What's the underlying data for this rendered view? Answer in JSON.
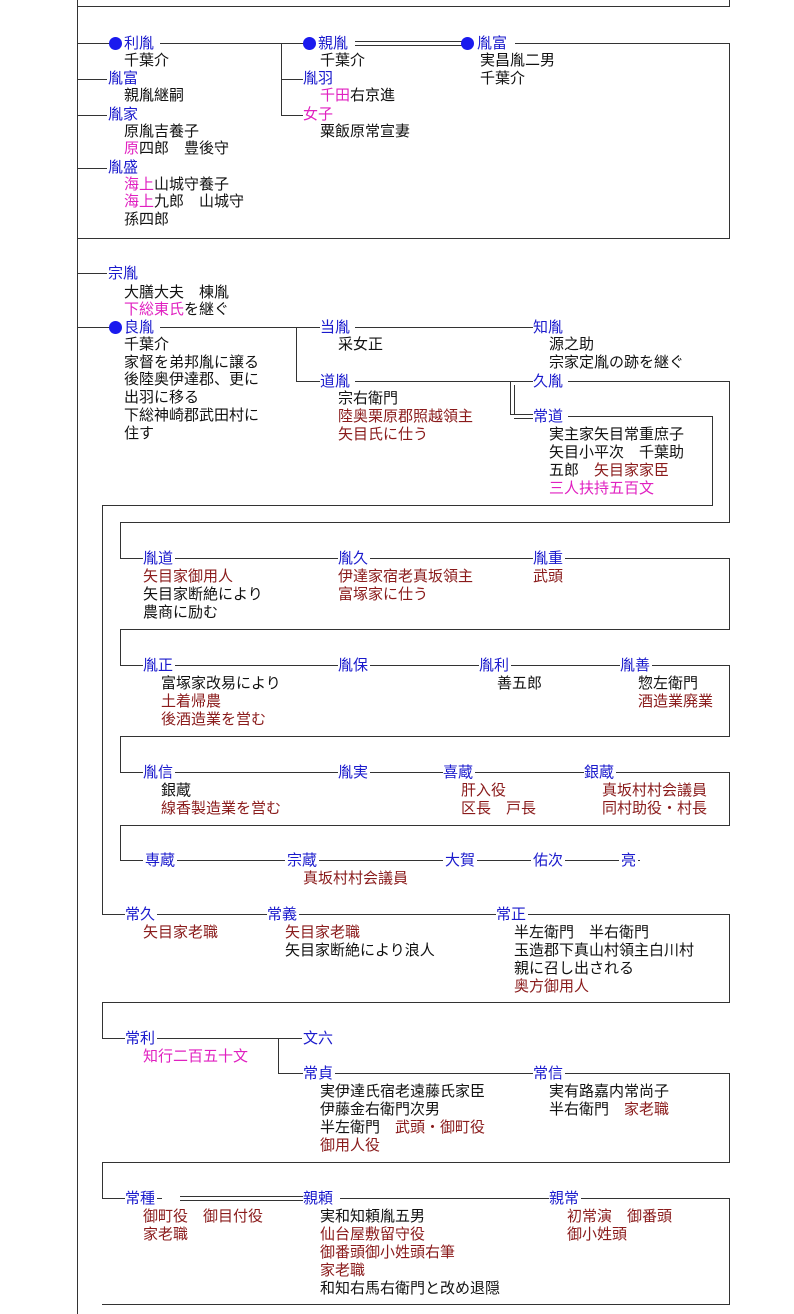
{
  "genealogy": {
    "toshitane": {
      "name": "利胤",
      "lines": [
        "千葉介"
      ]
    },
    "tanetomi1": {
      "name": "胤富",
      "lines": [
        "親胤継嗣"
      ]
    },
    "taneie": {
      "name": "胤家",
      "lines": [
        "原胤吉養子"
      ],
      "line2_red": "原",
      "line2_rest": "四郎　豊後守"
    },
    "tanemori": {
      "name": "胤盛",
      "l1_red": "海上",
      "l1_rest": "山城守養子",
      "l2_red": "海上",
      "l2_rest": "九郎　山城守",
      "l3": "孫四郎"
    },
    "chikatane": {
      "name": "親胤",
      "lines": [
        "千葉介"
      ]
    },
    "taneha": {
      "name": "胤羽",
      "red": "千田",
      "rest": "右京進"
    },
    "joshi": {
      "name": "女子",
      "lines": [
        "粟飯原常宣妻"
      ]
    },
    "tanetomi2": {
      "name": "胤富",
      "lines": [
        "実昌胤二男",
        "千葉介"
      ]
    },
    "munetane": {
      "name": "宗胤",
      "l1": "大膳大夫　棟胤",
      "l2_red": "下総東氏",
      "l2_rest": "を継ぐ"
    },
    "yoshitane": {
      "name": "良胤",
      "lines": [
        "千葉介",
        "家督を弟邦胤に譲る",
        "後陸奥伊達郡、更に",
        "出羽に移る",
        "下総神崎郡武田村に",
        "住す"
      ]
    },
    "masatane": {
      "name": "当胤",
      "lines": [
        "采女正"
      ]
    },
    "tomotane": {
      "name": "知胤",
      "lines": [
        "源之助",
        "宗家定胤の跡を継ぐ"
      ]
    },
    "michitane": {
      "name": "道胤",
      "l1": "宗右衛門",
      "l2": "陸奥栗原郡照越領主",
      "l3": "矢目氏に仕う"
    },
    "hisatane": {
      "name": "久胤"
    },
    "tsunemichi": {
      "name": "常道",
      "lines": [
        "実主家矢目常重庶子",
        "矢目小平次　千葉助"
      ],
      "l3_black": "五郎　",
      "l3_red": "矢目家家臣",
      "l4": "三人扶持五百文"
    },
    "r1": [
      {
        "name": "胤道",
        "lines_red": [
          "矢目家御用人"
        ],
        "lines": [
          "矢目家断絶により",
          "農商に励む"
        ]
      },
      {
        "name": "胤久",
        "lines_red": [
          "伊達家宿老真坂領主",
          "富塚家に仕う"
        ]
      },
      {
        "name": "胤重",
        "lines_red": [
          "武頭"
        ]
      }
    ],
    "r2": [
      {
        "name": "胤正",
        "l1": "富塚家改易により",
        "l2": "土着帰農",
        "l3": "後酒造業を営む"
      },
      {
        "name": "胤保"
      },
      {
        "name": "胤利",
        "l1": "善五郎"
      },
      {
        "name": "胤善",
        "l1": "惣左衛門",
        "l2": "酒造業廃業"
      }
    ],
    "r3": [
      {
        "name": "胤信",
        "l1": "銀蔵",
        "l2": "線香製造業を営む"
      },
      {
        "name": "胤実"
      },
      {
        "name": "喜蔵",
        "l1": "肝入役",
        "l2": "区長　戸長"
      },
      {
        "name": "銀蔵",
        "l1": "真坂村村会議員",
        "l2": "同村助役・村長"
      }
    ],
    "r4": [
      {
        "name": "専蔵"
      },
      {
        "name": "宗蔵",
        "l1": "真坂村村会議員"
      },
      {
        "name": "大賀"
      },
      {
        "name": "佑次"
      },
      {
        "name": "亮"
      }
    ],
    "r5": [
      {
        "name": "常久",
        "l1": "矢目家老職"
      },
      {
        "name": "常義",
        "l1": "矢目家老職",
        "l2": "矢目家断絶により浪人"
      },
      {
        "name": "常正",
        "l1": "半左衛門　半右衛門",
        "l2": "玉造郡下真山村領主白川村",
        "l3": "親に召し出される",
        "l4": "奥方御用人"
      }
    ],
    "r6": {
      "tsunetoshi": {
        "name": "常利",
        "l1": "知行二百五十文"
      },
      "bunroku": {
        "name": "文六"
      },
      "tsunesada": {
        "name": "常貞",
        "l1": "実伊達氏宿老遠藤氏家臣",
        "l2": "伊藤金右衛門次男",
        "l3_black": "半左衛門　",
        "l3_red": "武頭・御町役",
        "l4": "御用人役"
      },
      "tsunenobu": {
        "name": "常信",
        "l1": "実有路嘉内常尚子",
        "l2_black": "半右衛門　",
        "l2_red": "家老職"
      }
    },
    "r7": [
      {
        "name": "常種",
        "l1": "御町役　御目付役",
        "l2": "家老職"
      },
      {
        "name": "親頼",
        "l1": "実和知頼胤五男",
        "l2": "仙台屋敷留守役",
        "l3": "御番頭御小姓頭右筆",
        "l4": "家老職",
        "l5": "和知右馬右衛門と改め退隠"
      },
      {
        "name": "親常",
        "l1": "初常演　御番頭",
        "l2": "御小姓頭"
      }
    ]
  }
}
